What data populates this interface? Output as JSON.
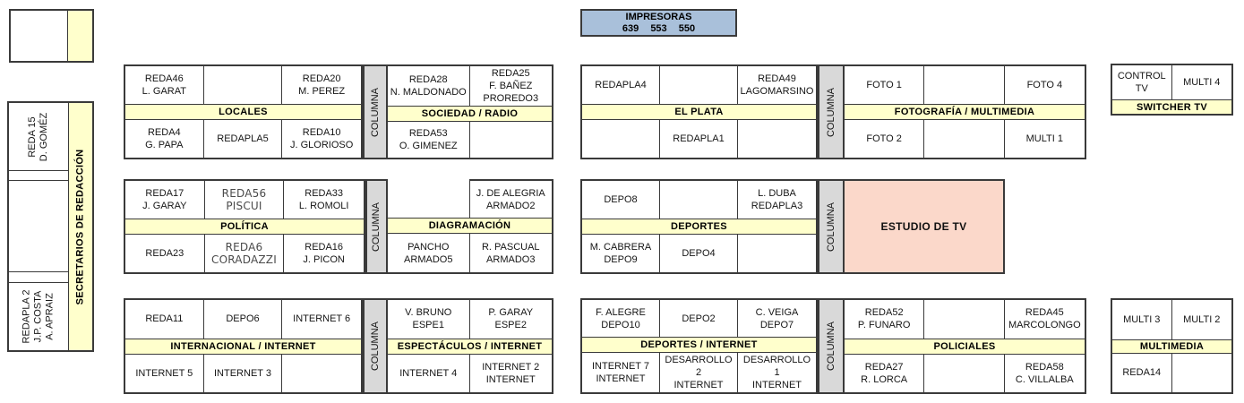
{
  "labels": {
    "columna": "COLUMNA"
  },
  "printer_box": {
    "line1": "IMPRESORAS",
    "line2": "639 553 550"
  },
  "left_column": {
    "secretarios": "SECRETARIOS DE REDACCIÓN",
    "desk_top": "REDA 15\nD. GOMÉZ",
    "desk_bottom": "REDAPLA 2\nJ.P. COSTA\nA. APRAIZ"
  },
  "estudio_tv": {
    "label": "ESTUDIO DE TV"
  },
  "colors": {
    "section_band": "#ffffcc",
    "column_strip": "#d9d9d9",
    "estudio_fill": "#fbd8ca",
    "printer_fill": "#a9c0da",
    "border": "#3a3a3a"
  },
  "blocks": {
    "locales": {
      "label": "LOCALES",
      "top": [
        "REDA46\nL. GARAT",
        "",
        "REDA20\nM. PEREZ"
      ],
      "bottom": [
        "REDA4\nG. PAPA",
        "REDAPLA5",
        "REDA10\nJ. GLORIOSO"
      ]
    },
    "sociedad_radio": {
      "label": "SOCIEDAD / RADIO",
      "top": [
        "REDA28\nN. MALDONADO",
        "REDA25\nF. BAÑEZ\nPROREDO3"
      ],
      "bottom": [
        "REDA53\nO. GIMENEZ",
        ""
      ]
    },
    "el_plata": {
      "label": "EL PLATA",
      "top": [
        "REDAPLA4",
        "",
        "REDA49\nLAGOMARSINO"
      ],
      "bottom": [
        "",
        "REDAPLA1",
        ""
      ]
    },
    "fotografia_multimedia": {
      "label": "FOTOGRAFÍA / MULTIMEDIA",
      "top": [
        "FOTO 1",
        "",
        "FOTO 4"
      ],
      "bottom": [
        "FOTO 2",
        "",
        "MULTI 1"
      ]
    },
    "switcher_tv": {
      "label": "SWITCHER TV",
      "top": [
        "CONTROL TV",
        "MULTI 4"
      ]
    },
    "politica": {
      "label": "POLÍTICA",
      "top": [
        "REDA17\nJ. GARAY",
        "REDA56\nPISCUI",
        "REDA33\nL. ROMOLI"
      ],
      "bottom": [
        "REDA23",
        "REDA6\nCORADAZZI",
        "REDA16\nJ. PICON"
      ]
    },
    "diagramacion": {
      "label": "DIAGRAMACIÓN",
      "top": [
        "",
        "J. DE ALEGRIA\nARMADO2"
      ],
      "bottom": [
        "PANCHO\nARMADO5",
        "R. PASCUAL\nARMADO3"
      ]
    },
    "deportes": {
      "label": "DEPORTES",
      "top": [
        "DEPO8",
        "",
        "L. DUBA\nREDAPLA3"
      ],
      "bottom": [
        "M. CABRERA\nDEPO9",
        "DEPO4",
        ""
      ]
    },
    "internacional_internet": {
      "label": "INTERNACIONAL / INTERNET",
      "top": [
        "REDA11",
        "DEPO6",
        "INTERNET 6"
      ],
      "bottom": [
        "INTERNET 5",
        "INTERNET 3",
        ""
      ]
    },
    "espectaculos_internet": {
      "label": "ESPECTÁCULOS / INTERNET",
      "top": [
        "V. BRUNO\nESPE1",
        "P. GARAY\nESPE2"
      ],
      "bottom": [
        "INTERNET 4",
        "INTERNET 2\nINTERNET"
      ]
    },
    "deportes_internet": {
      "label": "DEPORTES / INTERNET",
      "top": [
        "F. ALEGRE\nDEPO10",
        "DEPO2",
        "C. VEIGA\nDEPO7"
      ],
      "bottom": [
        "INTERNET 7\nINTERNET",
        "DESARROLLO 2\nINTERNET",
        "DESARROLLO 1\nINTERNET"
      ]
    },
    "policiales": {
      "label": "POLICIALES",
      "top": [
        "REDA52\nP. FUNARO",
        "",
        "REDA45\nMARCOLONGO"
      ],
      "bottom": [
        "REDA27\nR. LORCA",
        "",
        "REDA58\nC. VILLALBA"
      ]
    },
    "multimedia": {
      "label": "MULTIMEDIA",
      "top": [
        "MULTI 3",
        "MULTI 2"
      ],
      "bottom": [
        "REDA14",
        ""
      ]
    }
  }
}
